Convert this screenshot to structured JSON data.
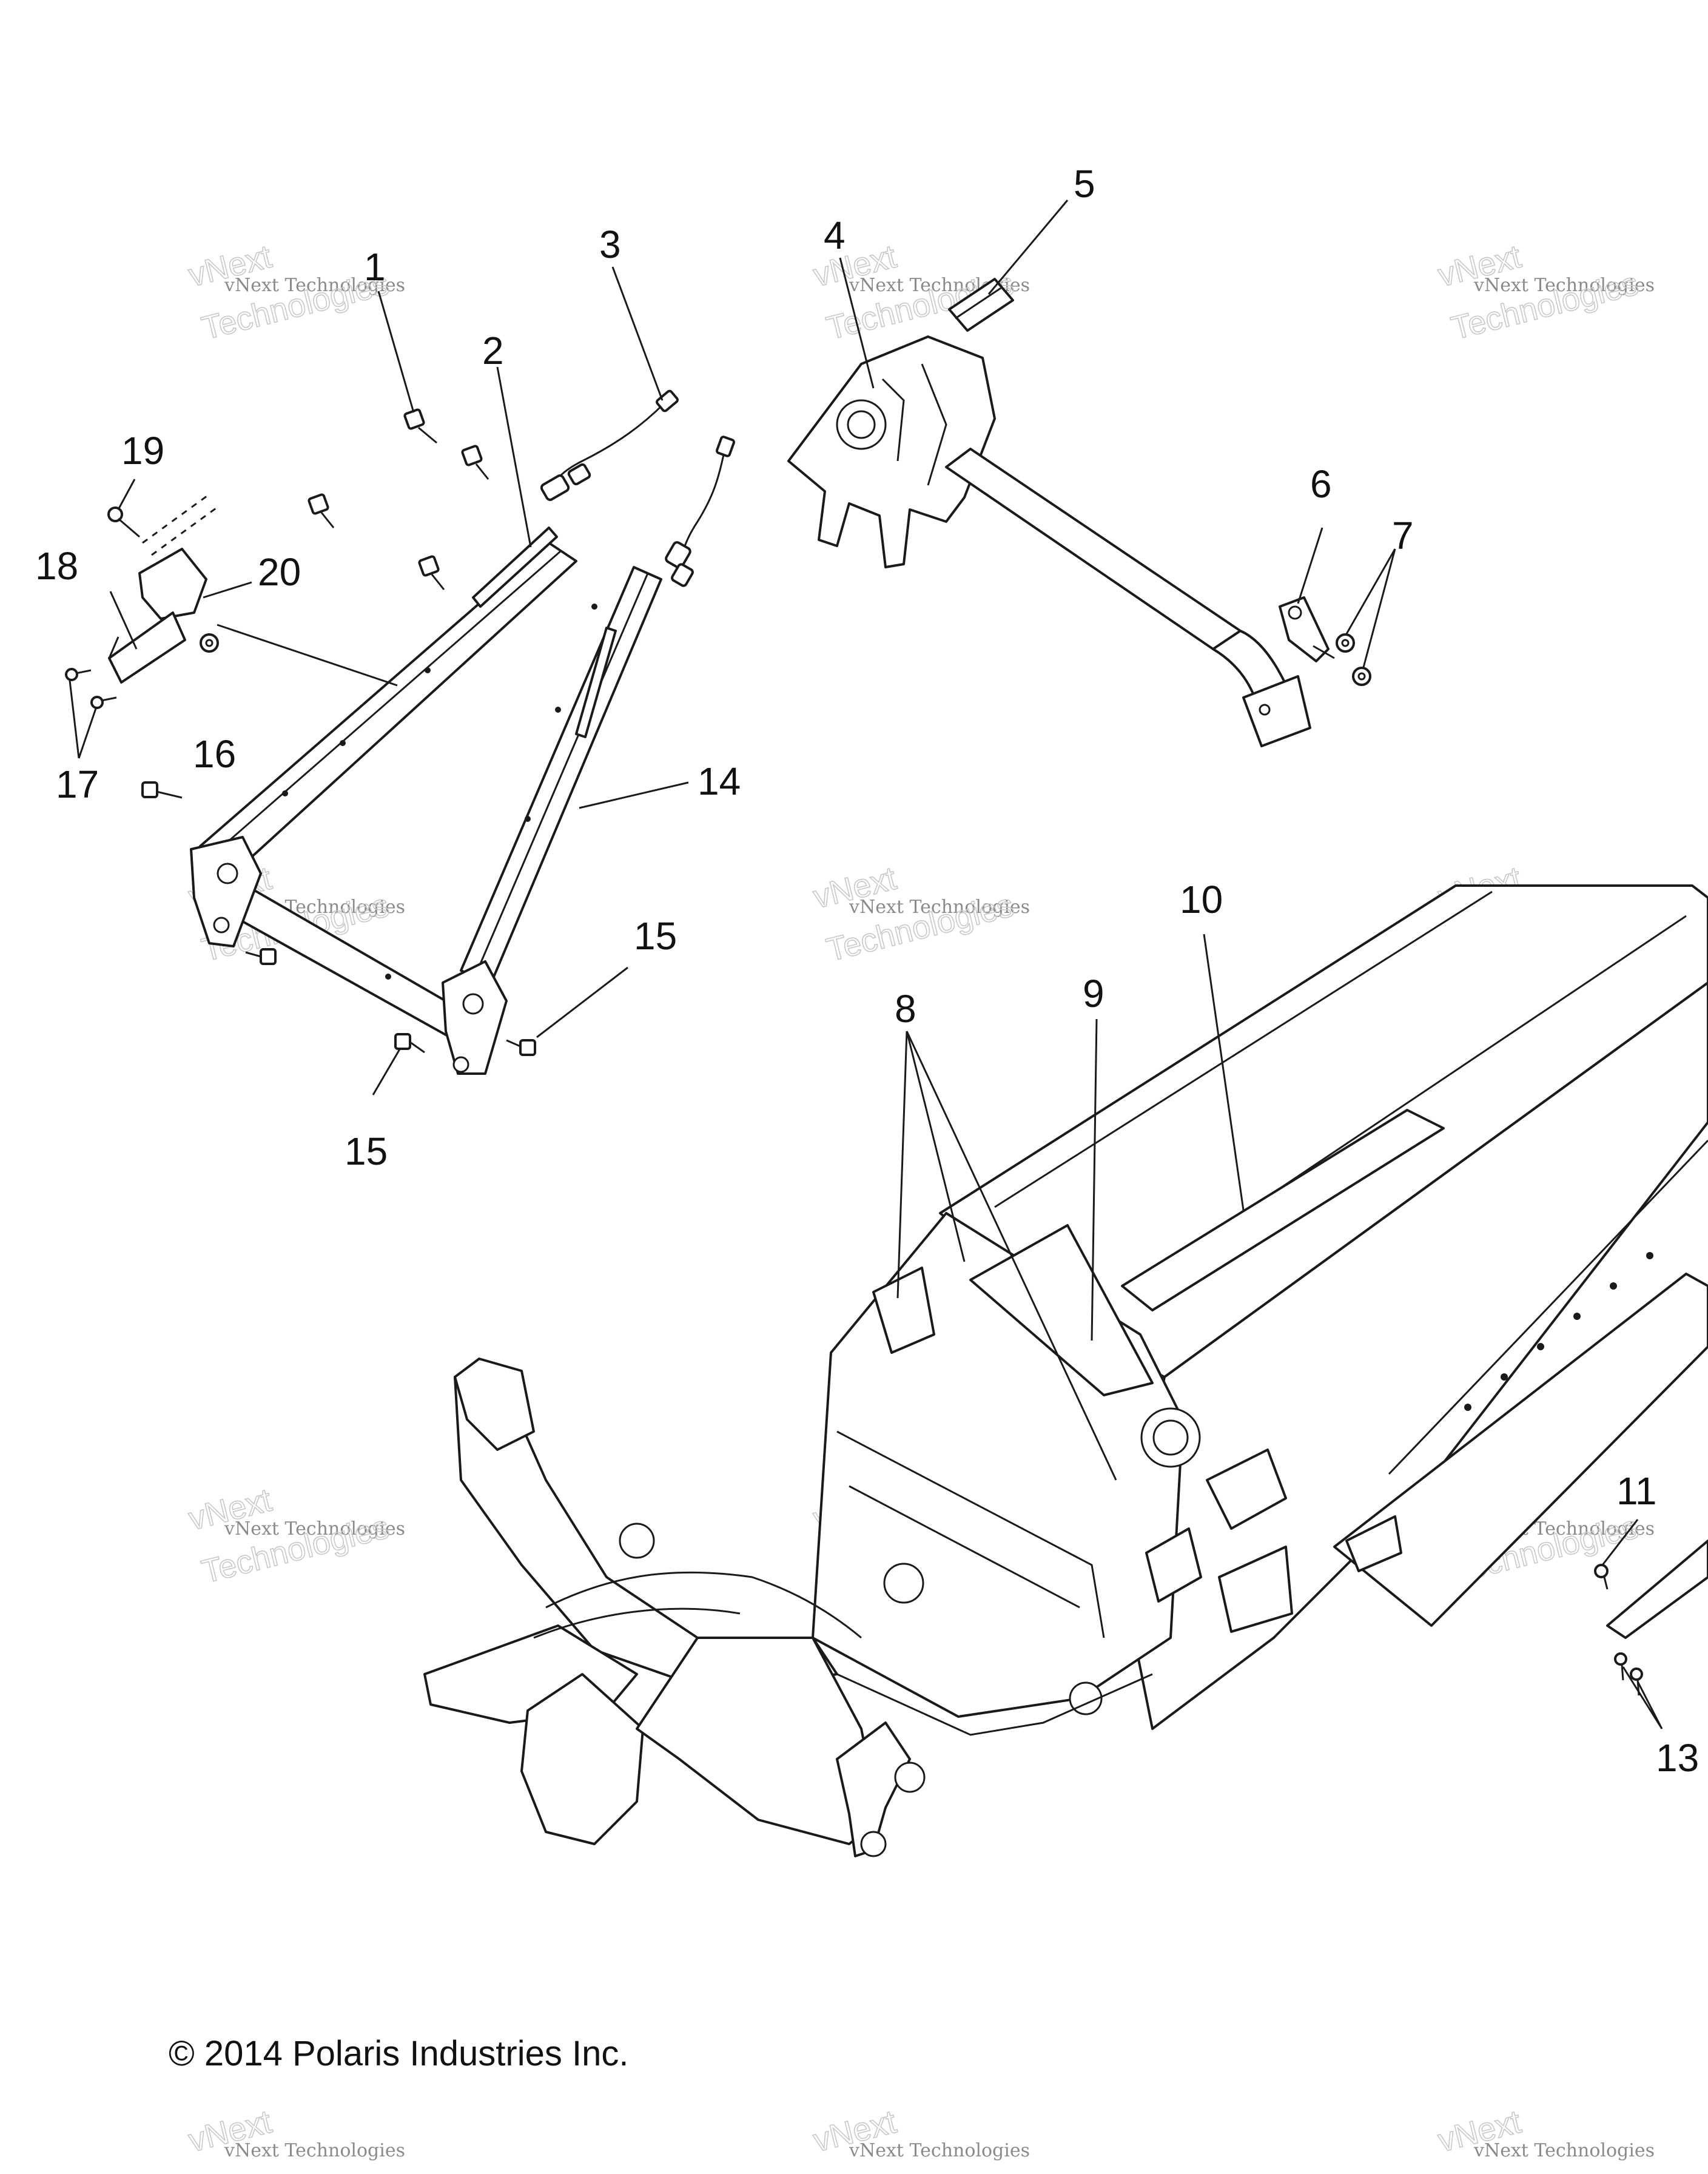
{
  "diagram": {
    "callouts": [
      {
        "id": "c1",
        "label": "1"
      },
      {
        "id": "c2",
        "label": "2"
      },
      {
        "id": "c3",
        "label": "3"
      },
      {
        "id": "c4",
        "label": "4"
      },
      {
        "id": "c5",
        "label": "5"
      },
      {
        "id": "c6",
        "label": "6"
      },
      {
        "id": "c7",
        "label": "7"
      },
      {
        "id": "c8",
        "label": "8"
      },
      {
        "id": "c9",
        "label": "9"
      },
      {
        "id": "c10",
        "label": "10"
      },
      {
        "id": "c11",
        "label": "11"
      },
      {
        "id": "c13",
        "label": "13"
      },
      {
        "id": "c14",
        "label": "14"
      },
      {
        "id": "c15a",
        "label": "15"
      },
      {
        "id": "c15b",
        "label": "15"
      },
      {
        "id": "c16",
        "label": "16"
      },
      {
        "id": "c17",
        "label": "17"
      },
      {
        "id": "c18",
        "label": "18"
      },
      {
        "id": "c19",
        "label": "19"
      },
      {
        "id": "c20",
        "label": "20"
      }
    ],
    "copyright": "© 2014 Polaris Industries Inc.",
    "watermark": {
      "line1": "vNext Technologies",
      "line2": "Technologies",
      "ghost": "vNext"
    }
  }
}
